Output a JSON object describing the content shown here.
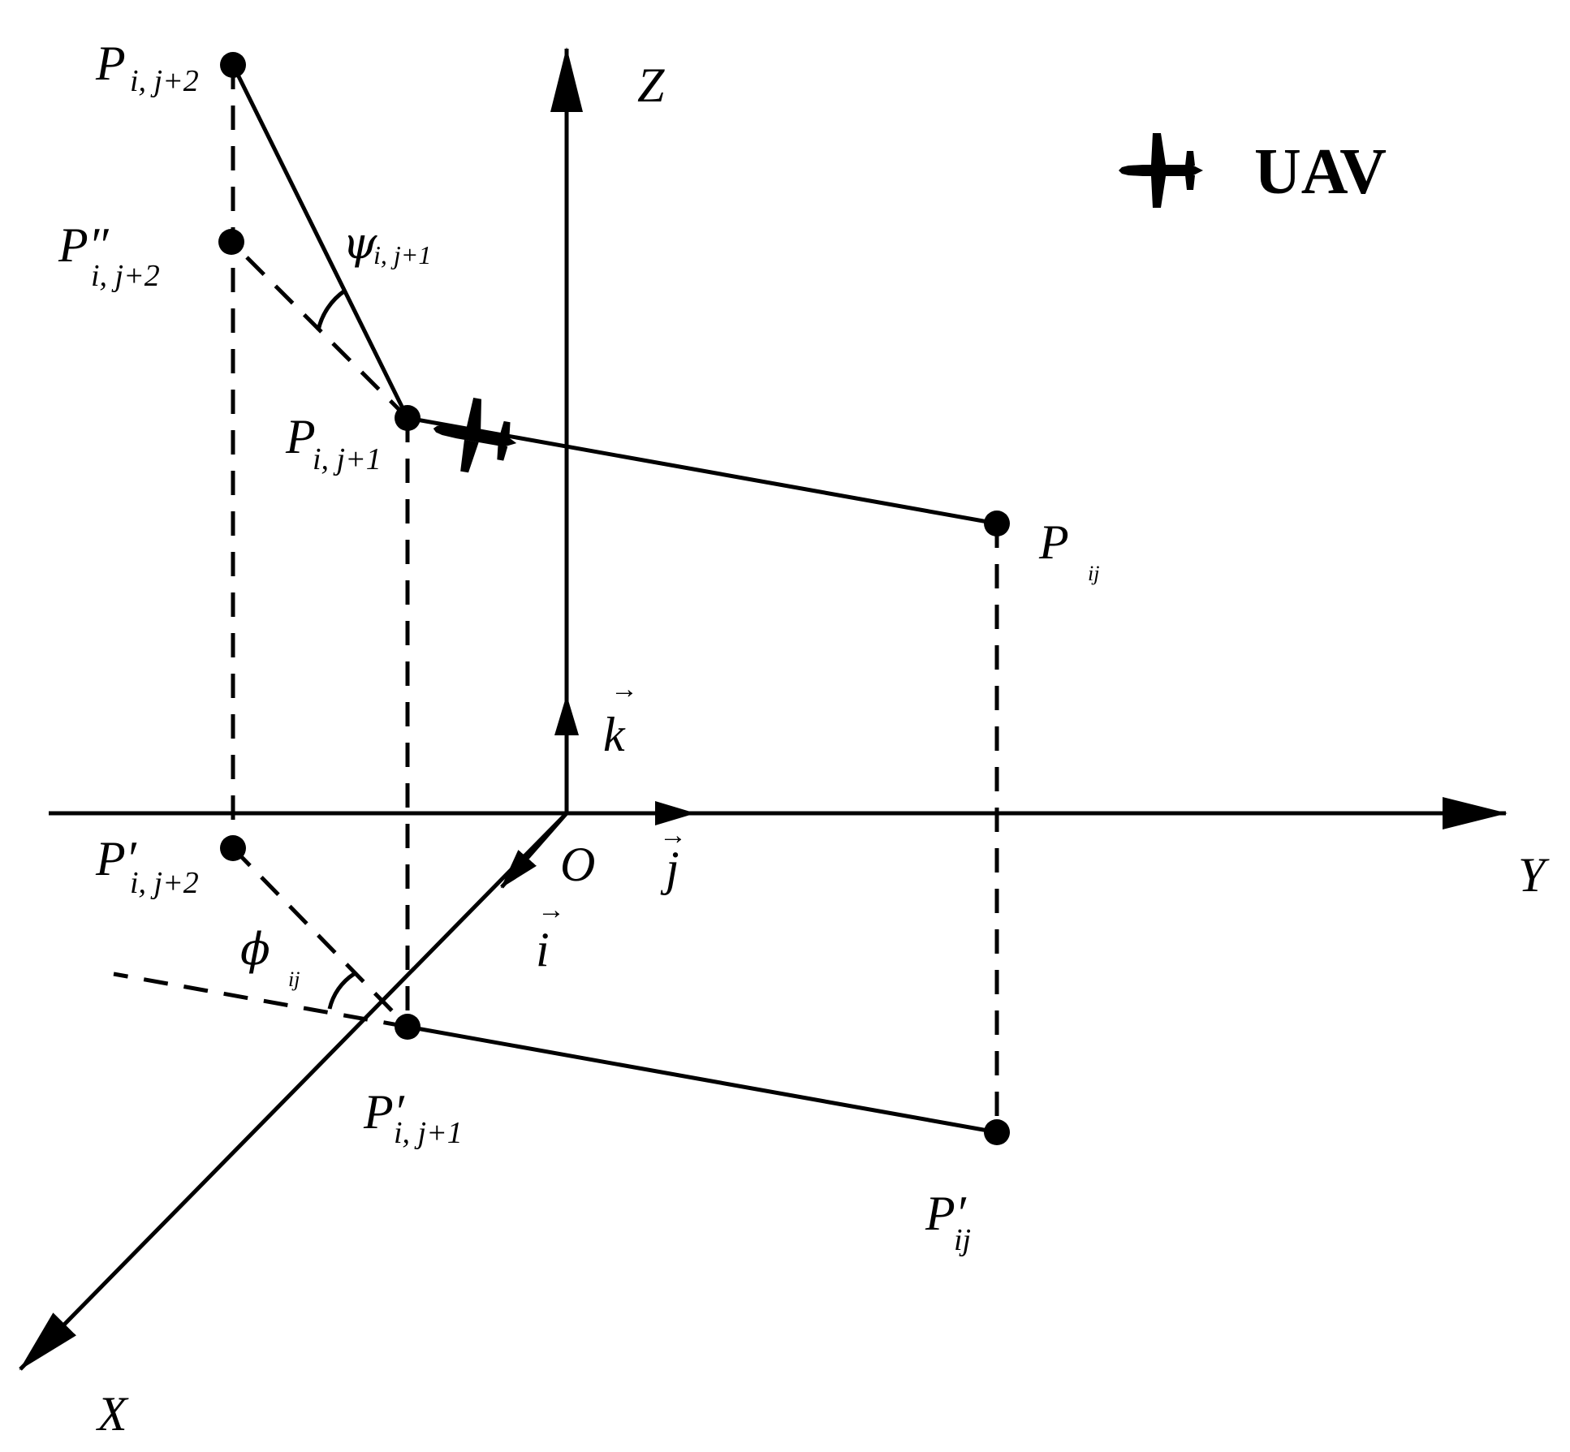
{
  "axes": {
    "x": "X",
    "y": "Y",
    "z": "Z",
    "origin": "O"
  },
  "unit_vectors": {
    "i": "i",
    "j": "j",
    "k": "k"
  },
  "points": {
    "p_i_j2": {
      "base": "P",
      "sub": "i, j+2"
    },
    "p_dd_i_j2": {
      "base": "P″",
      "sub": "i, j+2"
    },
    "p_i_j1": {
      "base": "P",
      "sub": "i, j+1"
    },
    "p_ij": {
      "base": "P",
      "sub": "ij"
    },
    "p_prime_i_j2": {
      "base": "P′",
      "sub": "i, j+2"
    },
    "p_prime_i_j1": {
      "base": "P′",
      "sub": "i, j+1"
    },
    "p_prime_ij": {
      "base": "P′",
      "sub": "ij"
    }
  },
  "angles": {
    "psi": {
      "symbol": "ψ",
      "sub": "i, j+1"
    },
    "phi": {
      "symbol": "ϕ",
      "sub": "ij"
    }
  },
  "legend": {
    "label": "UAV",
    "icon": "airplane-icon"
  }
}
